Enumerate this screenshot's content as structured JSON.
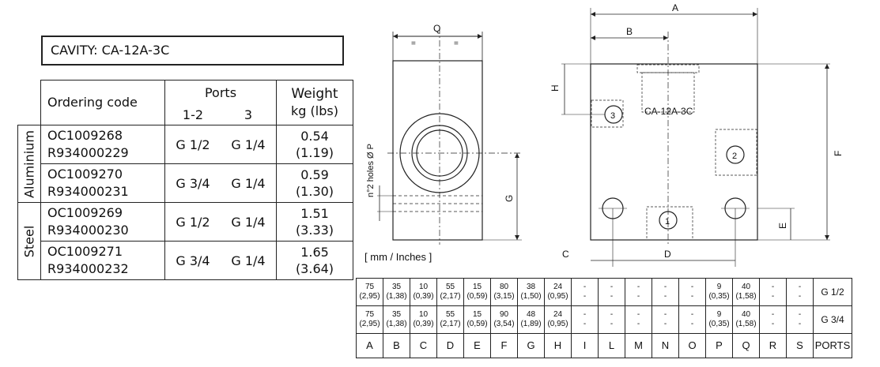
{
  "cavity": "CAVITY: CA-12A-3C",
  "order_table": {
    "header": {
      "code": "Ordering code",
      "ports": "Ports",
      "port_a": "1-2",
      "port_b": "3",
      "weight": "Weight",
      "weight_unit": "kg (lbs)"
    },
    "groups": [
      {
        "material": "Aluminium",
        "rows": [
          {
            "code1": "OC1009268",
            "code2": "R934000229",
            "p12": "G 1/2",
            "p3": "G 1/4",
            "kg": "0.54",
            "lbs": "(1.19)"
          },
          {
            "code1": "OC1009270",
            "code2": "R934000231",
            "p12": "G 3/4",
            "p3": "G 1/4",
            "kg": "0.59",
            "lbs": "(1.30)"
          }
        ]
      },
      {
        "material": "Steel",
        "rows": [
          {
            "code1": "OC1009269",
            "code2": "R934000230",
            "p12": "G 1/2",
            "p3": "G 1/4",
            "kg": "1.51",
            "lbs": "(3.33)"
          },
          {
            "code1": "OC1009271",
            "code2": "R934000232",
            "p12": "G 3/4",
            "p3": "G 1/4",
            "kg": "1.65",
            "lbs": "(3.64)"
          }
        ]
      }
    ]
  },
  "units": "mm / Inches",
  "drawing_labels": {
    "Q": "Q",
    "P": "n°2 holes Ø P",
    "G": "G",
    "H": "H",
    "A": "A",
    "B": "B",
    "F": "F",
    "E": "E",
    "C": "C",
    "D": "D",
    "cavity": "CA-12A-3C",
    "port1": "1",
    "port2": "2",
    "port3": "3"
  },
  "dim_table": {
    "columns": [
      "A",
      "B",
      "C",
      "D",
      "E",
      "F",
      "G",
      "H",
      "I",
      "L",
      "M",
      "N",
      "O",
      "P",
      "Q",
      "R",
      "S",
      "PORTS"
    ],
    "rows": [
      {
        "values": [
          [
            "75",
            "(2,95)"
          ],
          [
            "35",
            "(1,38)"
          ],
          [
            "10",
            "(0,39)"
          ],
          [
            "55",
            "(2,17)"
          ],
          [
            "15",
            "(0,59)"
          ],
          [
            "80",
            "(3,15)"
          ],
          [
            "38",
            "(1,50)"
          ],
          [
            "24",
            "(0,95)"
          ],
          [
            "-",
            "-"
          ],
          [
            "-",
            "-"
          ],
          [
            "-",
            "-"
          ],
          [
            "-",
            "-"
          ],
          [
            "-",
            "-"
          ],
          [
            "9",
            "(0,35)"
          ],
          [
            "40",
            "(1,58)"
          ],
          [
            "-",
            "-"
          ],
          [
            "-",
            "-"
          ]
        ],
        "ports": "G 1/2"
      },
      {
        "values": [
          [
            "75",
            "(2,95)"
          ],
          [
            "35",
            "(1,38)"
          ],
          [
            "10",
            "(0,39)"
          ],
          [
            "55",
            "(2,17)"
          ],
          [
            "15",
            "(0,59)"
          ],
          [
            "90",
            "(3,54)"
          ],
          [
            "48",
            "(1,89)"
          ],
          [
            "24",
            "(0,95)"
          ],
          [
            "-",
            "-"
          ],
          [
            "-",
            "-"
          ],
          [
            "-",
            "-"
          ],
          [
            "-",
            "-"
          ],
          [
            "-",
            "-"
          ],
          [
            "9",
            "(0,35)"
          ],
          [
            "40",
            "(1,58)"
          ],
          [
            "-",
            "-"
          ],
          [
            "-",
            "-"
          ]
        ],
        "ports": "G 3/4"
      }
    ]
  }
}
